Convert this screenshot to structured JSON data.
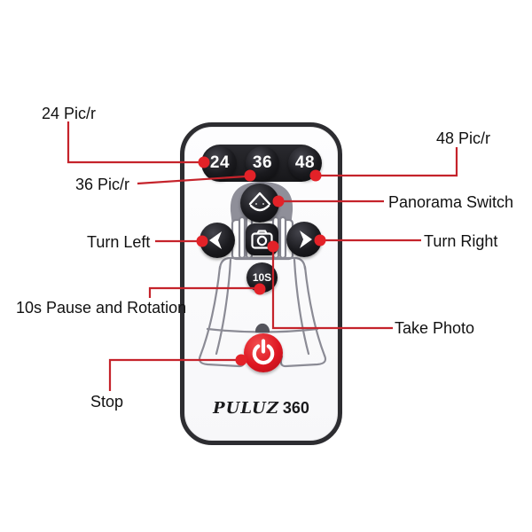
{
  "colors": {
    "callout_line": "#c5232b",
    "callout_dot": "#e32228",
    "button_black": "#141417",
    "power_red": "#de1722",
    "print_gray": "#8b8b95",
    "remote_border": "#2d2d31"
  },
  "remote": {
    "brand": "PULUZ",
    "brand_suffix": "360",
    "buttons": {
      "pic24": "24",
      "pic36": "36",
      "pic48": "48",
      "timer": "10S",
      "panorama_icon": "panorama-sweep",
      "left_icon": "arrow-left",
      "right_icon": "arrow-right",
      "camera_icon": "camera",
      "power_icon": "power"
    }
  },
  "labels": [
    {
      "id": "pic24",
      "text": "24 Pic/r"
    },
    {
      "id": "pic36",
      "text": "36 Pic/r"
    },
    {
      "id": "pic48",
      "text": "48 Pic/r"
    },
    {
      "id": "panorama",
      "text": "Panorama Switch"
    },
    {
      "id": "turn-left",
      "text": "Turn Left"
    },
    {
      "id": "turn-right",
      "text": "Turn Right"
    },
    {
      "id": "pause",
      "text": "10s Pause and Rotation"
    },
    {
      "id": "take-photo",
      "text": "Take Photo"
    },
    {
      "id": "stop",
      "text": "Stop"
    }
  ]
}
